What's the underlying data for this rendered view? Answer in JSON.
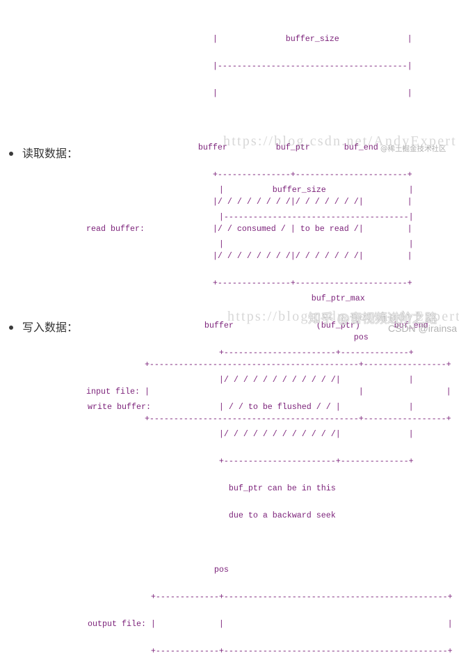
{
  "page": {
    "background": "#ffffff",
    "diagram_color": "#7a1f78",
    "text_color": "#333333"
  },
  "read_section": {
    "heading": "读取数据：",
    "diagram": {
      "lines": [
        "                          |              buffer_size              |",
        "                          |---------------------------------------|",
        "                          |                                       |",
        "",
        "                       buffer          buf_ptr       buf_end",
        "                          +---------------+-----------------------+",
        "                          |/ / / / / / / /|/ / / / / / /|         |",
        "read buffer:              |/ / consumed / | to be read /|         |",
        "                          |/ / / / / / / /|/ / / / / / /|         |",
        "                          +---------------+-----------------------+",
        "",
        "                                                       pos",
        "            +-------------------------------------------+-----------------+",
        "input file: |                                           |                 |",
        "            +-------------------------------------------+-----------------+"
      ]
    }
  },
  "write_section": {
    "heading": "写入数据：",
    "diagram": {
      "lines": [
        "                           |          buffer_size                 |",
        "                           |--------------------------------------|",
        "                           |                                      |",
        "",
        "                                              buf_ptr_max",
        "                        buffer                 (buf_ptr)       buf_end",
        "                           +-----------------------+--------------+",
        "                           |/ / / / / / / / / / / /|              |",
        "write buffer:              | / / to be flushed / / |              |",
        "                           |/ / / / / / / / / / / /|              |",
        "                           +-----------------------+--------------+",
        "                             buf_ptr can be in this",
        "                             due to a backward seek",
        "",
        "                          pos",
        "             +-------------+----------------------------------------------+",
        "output file: |             |                                              |",
        "             +-------------+----------------------------------------------+"
      ]
    }
  },
  "watermarks": {
    "url_top": "https://blog.csdn.net/AndyExpert",
    "juejin": "@稀土掘金技术社区",
    "url_bottom": "https://blog.csdn.net/AndyExpert",
    "zhihu": "知乎 @音视频进阶之路",
    "csdn": "CSDN @irainsa"
  }
}
